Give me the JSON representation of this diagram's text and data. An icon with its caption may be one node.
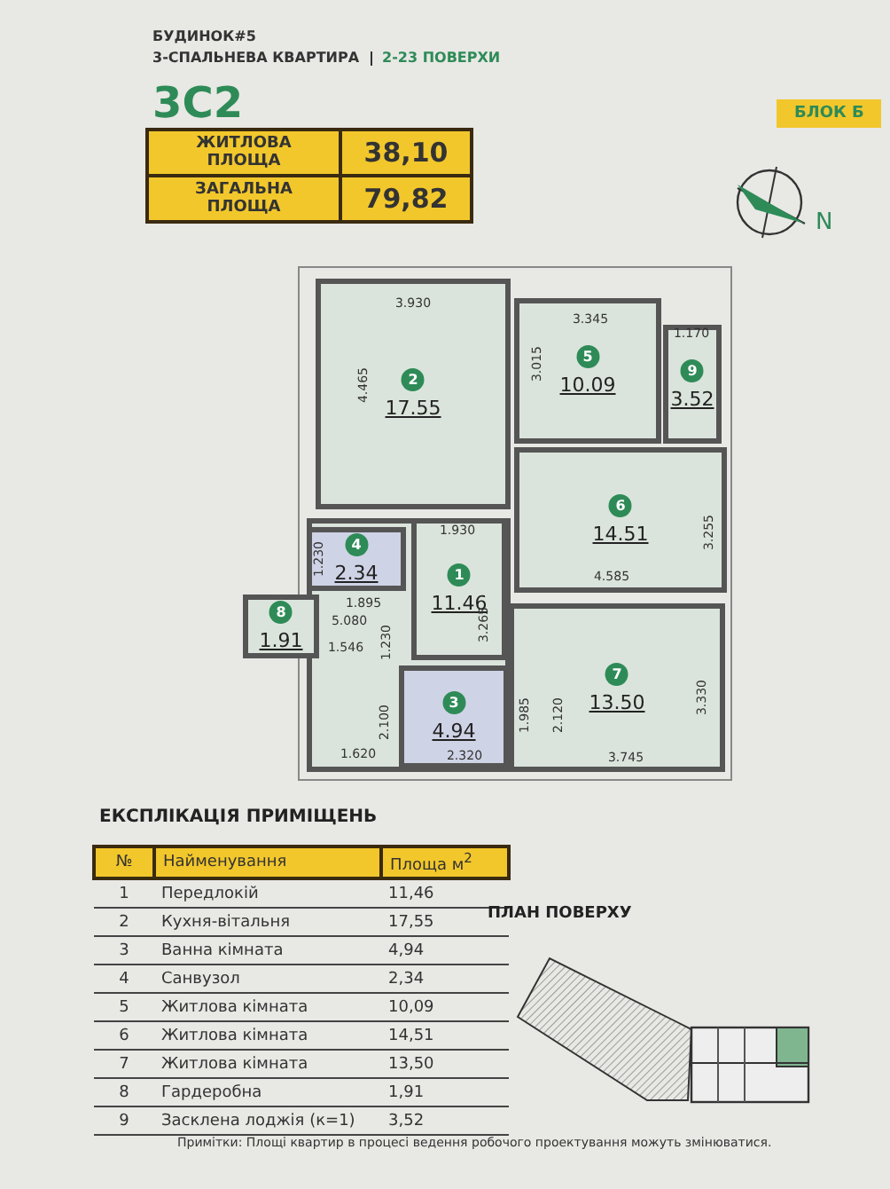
{
  "diagram": {
    "title": "3С2",
    "nodes": [
      {
        "text": [
          "2",
          "17.55"
        ]
      },
      {
        "text": [
          "5",
          "10.09"
        ]
      },
      {
        "text": [
          "9",
          "3.52"
        ]
      },
      {
        "text": [
          "6",
          "14.51"
        ]
      },
      {
        "text": [
          "4",
          "2.34"
        ]
      },
      {
        "text": [
          "1",
          "11.46"
        ]
      },
      {
        "text": [
          "8",
          "1.91"
        ]
      },
      {
        "text": [
          "3",
          "4.94"
        ]
      },
      {
        "text": [
          "7",
          "13.50"
        ]
      }
    ],
    "labels": [
      "БУДИНОК#5",
      "3-СПАЛЬНЕВА КВАРТИРА",
      "2-23 ПОВЕРХИ",
      "ЖИТЛОВА ПЛОЩА",
      "38,10",
      "ЗАГАЛЬНА ПЛОЩА",
      "79,82",
      "БЛОК Б",
      "N",
      "3.930",
      "3.345",
      "1.170",
      "4.465",
      "3.015",
      "1.930",
      "3.255",
      "1.230",
      "1.895",
      "4.585",
      "5.080",
      "1.230",
      "3.265",
      "1.546",
      "2.100",
      "1.985",
      "2.120",
      "3.330",
      "1.620",
      "2.320",
      "3.745",
      "ЕКСПЛІКАЦІЯ ПРИМІЩЕНЬ",
      "№",
      "Найменування",
      "Площа м$^{2}$",
      "1",
      "Передлокій",
      "11,46",
      "2",
      "Кухня-вітальня",
      "17,55",
      "3",
      "Ванна кімната",
      "4,94",
      "4",
      "Санвузол",
      "2,34",
      "5",
      "Житлова кімната",
      "10,09",
      "6",
      "Житлова кімната",
      "14,51",
      "7",
      "Житлова кімната",
      "13,50",
      "8",
      "Гардеробна",
      "1,91",
      "9",
      "Засклена лоджія (к=1)",
      "3,52",
      "ПЛАН ПОВЕРХУ",
      "Примітки: Площі квартир в процесі ведення робочого проектування можуть змінюватися."
    ]
  }
}
